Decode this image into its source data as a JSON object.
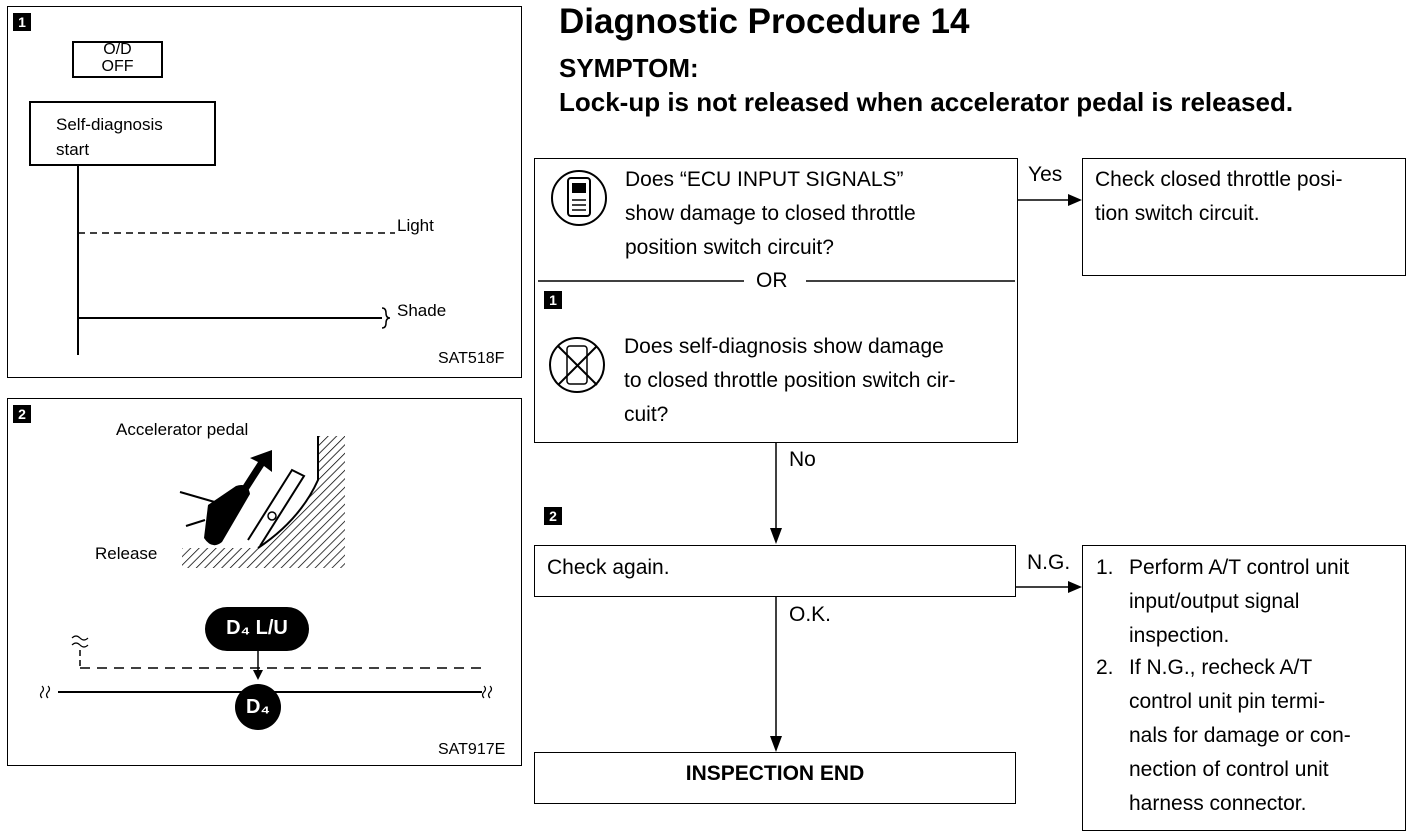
{
  "header": {
    "title": "Diagnostic Procedure 14",
    "symptom_label": "SYMPTOM:",
    "symptom": "Lock-up is not released when accelerator pedal is released."
  },
  "figure1": {
    "badge": "1",
    "od_off": [
      "O/D",
      "OFF"
    ],
    "selfdiag": [
      "Self-diagnosis",
      "start"
    ],
    "light": "Light",
    "shade": "Shade",
    "code": "SAT518F"
  },
  "figure2": {
    "badge": "2",
    "accel": "Accelerator pedal",
    "release": "Release",
    "d4lu": "D₄ L/U",
    "d4": "D₄",
    "code": "SAT917E"
  },
  "flow": {
    "q1": [
      "Does “ECU INPUT SIGNALS”",
      "show damage to closed throttle",
      "position switch circuit?"
    ],
    "or": "OR",
    "badge1": "1",
    "q2": [
      "Does self-diagnosis show damage",
      "to closed throttle position switch cir-",
      "cuit?"
    ],
    "yes": "Yes",
    "yes_result": [
      "Check closed throttle posi-",
      "tion switch circuit."
    ],
    "no": "No",
    "badge2": "2",
    "check_again": "Check again.",
    "ng": "N.G.",
    "ok": "O.K.",
    "ng_steps": [
      [
        "1.",
        "Perform A/T control unit",
        "input/output signal",
        "inspection."
      ],
      [
        "2.",
        "If N.G., recheck A/T",
        "control unit pin termi-",
        "nals for damage or con-",
        "nection of control unit",
        "harness connector."
      ]
    ],
    "end": "INSPECTION END"
  }
}
